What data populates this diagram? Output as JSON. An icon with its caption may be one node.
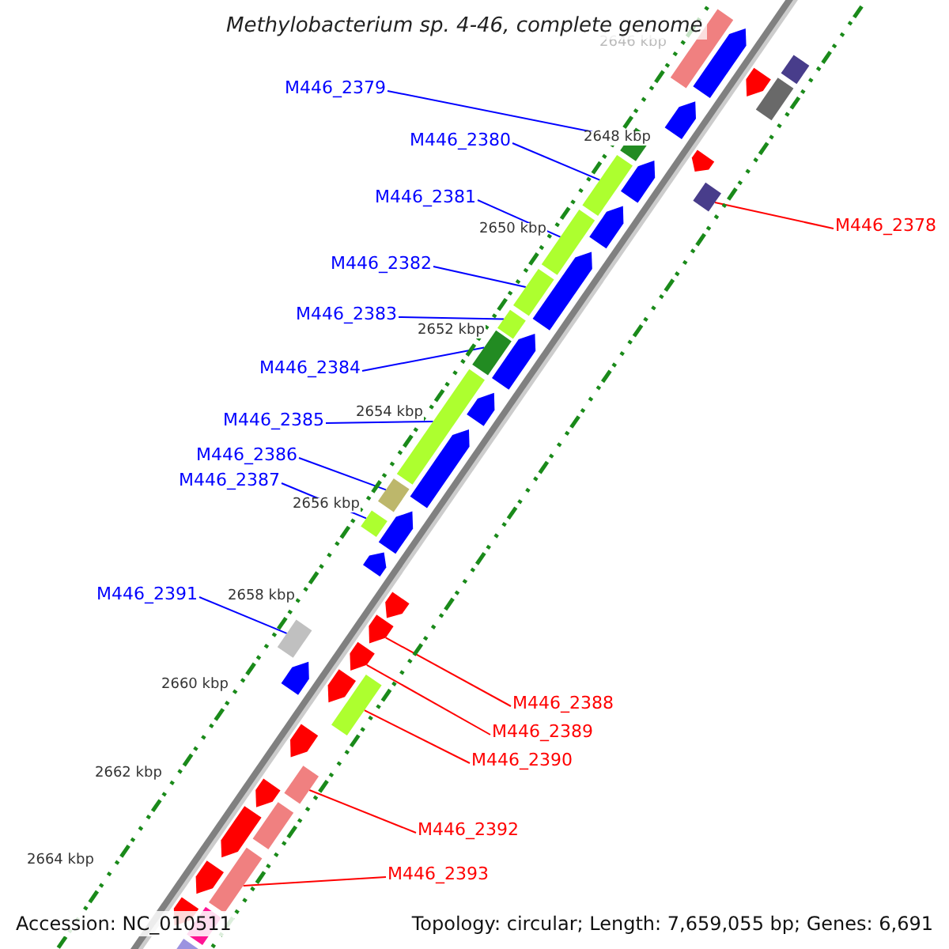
{
  "diagram": {
    "title": "Methylobacterium sp. 4-46, complete genome",
    "nodes": [
      {
        "text": [
          "M446_2379"
        ]
      },
      {
        "text": [
          "M446_2380"
        ]
      },
      {
        "text": [
          "M446_2381"
        ]
      },
      {
        "text": [
          "M446_2378"
        ]
      },
      {
        "text": [
          "M446_2382"
        ]
      },
      {
        "text": [
          "M446_2383"
        ]
      },
      {
        "text": [
          "M446_2384"
        ]
      },
      {
        "text": [
          "M446_2385"
        ]
      },
      {
        "text": [
          "M446_2386"
        ]
      },
      {
        "text": [
          "M446_2387"
        ]
      },
      {
        "text": [
          "M446_2391"
        ]
      },
      {
        "text": [
          "M446_2388"
        ]
      },
      {
        "text": [
          "M446_2389"
        ]
      },
      {
        "text": [
          "M446_2390"
        ]
      },
      {
        "text": [
          "M446_2392"
        ]
      },
      {
        "text": [
          "M446_2393"
        ]
      },
      {
        "text": [],
        "shape": "box"
      },
      {
        "text": [],
        "shape": "box"
      },
      {
        "text": [],
        "shape": "box"
      },
      {
        "text": [],
        "shape": "box"
      },
      {
        "text": [],
        "shape": "box"
      },
      {
        "text": [],
        "shape": "box"
      },
      {
        "text": [],
        "shape": "box"
      },
      {
        "text": [],
        "shape": "box"
      },
      {
        "text": [],
        "shape": "box"
      },
      {
        "text": [],
        "shape": "box"
      },
      {
        "text": [],
        "shape": "box"
      },
      {
        "text": [],
        "shape": "arrow"
      },
      {
        "text": [],
        "shape": "arrow"
      },
      {
        "text": [],
        "shape": "box"
      },
      {
        "text": [],
        "shape": "box"
      },
      {
        "text": [],
        "shape": "box"
      },
      {
        "text": [],
        "shape": "box"
      },
      {
        "text": [],
        "shape": "arrow"
      },
      {
        "text": [],
        "shape": "box"
      },
      {
        "text": [],
        "shape": "box"
      },
      {
        "text": [],
        "shape": "arrow"
      },
      {
        "text": [],
        "shape": "arrow"
      },
      {
        "text": [],
        "shape": "arrow"
      },
      {
        "text": [],
        "shape": "arrow"
      },
      {
        "text": [],
        "shape": "arrow"
      },
      {
        "text": [],
        "shape": "arrow"
      },
      {
        "text": [],
        "shape": "arrow"
      },
      {
        "text": [],
        "shape": "arrow"
      },
      {
        "text": [],
        "shape": "arrow"
      },
      {
        "text": [],
        "shape": "arrow"
      },
      {
        "text": [],
        "shape": "arrow"
      },
      {
        "text": [],
        "shape": "arrow"
      },
      {
        "text": [],
        "shape": "arrow"
      },
      {
        "text": [],
        "shape": "arrow"
      },
      {
        "text": [],
        "shape": "arrow"
      },
      {
        "text": [],
        "shape": "arrow"
      },
      {
        "text": [],
        "shape": "box"
      },
      {
        "text": [],
        "shape": "arrow"
      },
      {
        "text": [],
        "shape": "arrow"
      },
      {
        "text": [],
        "shape": "box"
      },
      {
        "text": [],
        "shape": "arrow"
      },
      {
        "text": [],
        "shape": "box"
      }
    ],
    "edges": [
      {
        "from": 0,
        "to": 16,
        "arrow": "none"
      },
      {
        "from": 1,
        "to": 17,
        "arrow": "none"
      },
      {
        "from": 2,
        "to": 18,
        "arrow": "none"
      },
      {
        "from": 3,
        "to": 19,
        "arrow": "none",
        "color": "#ff0000"
      },
      {
        "from": 4,
        "to": 20,
        "arrow": "none"
      },
      {
        "from": 5,
        "to": 21,
        "arrow": "none"
      },
      {
        "from": 6,
        "to": 22,
        "arrow": "none"
      },
      {
        "from": 7,
        "to": 23,
        "arrow": "none"
      },
      {
        "from": 8,
        "to": 24,
        "arrow": "none"
      },
      {
        "from": 9,
        "to": 25,
        "arrow": "none"
      },
      {
        "from": 10,
        "to": 26,
        "arrow": "none"
      },
      {
        "from": 11,
        "to": 27,
        "arrow": "none",
        "color": "#ff0000"
      },
      {
        "from": 12,
        "to": 28,
        "arrow": "none",
        "color": "#ff0000"
      },
      {
        "from": 13,
        "to": 29,
        "arrow": "none",
        "color": "#ff0000"
      },
      {
        "from": 14,
        "to": 30,
        "arrow": "none",
        "color": "#ff0000"
      },
      {
        "from": 15,
        "to": 31,
        "arrow": "none",
        "color": "#ff0000"
      }
    ],
    "labels": [
      "2646 kbp",
      "2648 kbp",
      "2650 kbp",
      "2652 kbp",
      "2654 kbp",
      "2656 kbp",
      "2658 kbp",
      "2660 kbp",
      "2662 kbp",
      "2664 kbp",
      "Accession: NC_010511",
      "Topology: circular; Length: 7,659,055 bp; Genes: 6,691"
    ]
  }
}
